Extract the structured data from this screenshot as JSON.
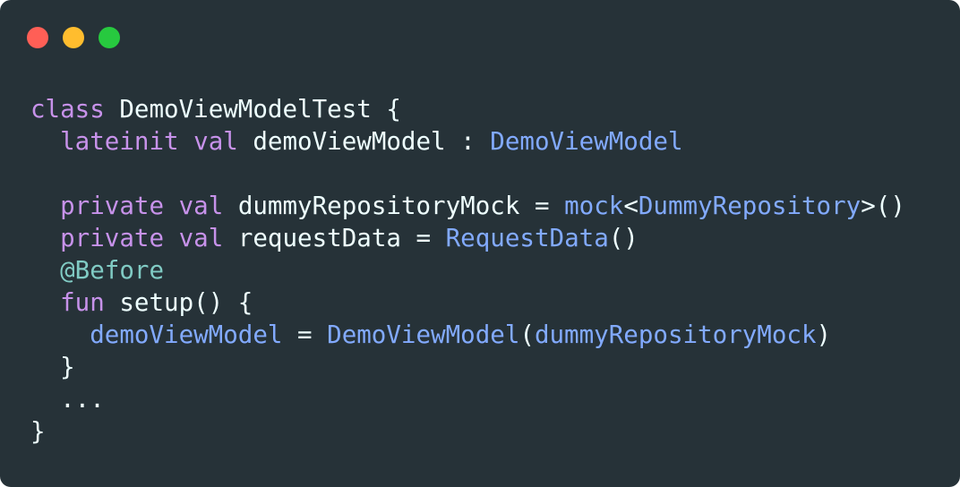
{
  "window": {
    "controls": [
      {
        "name": "close",
        "color": "#ff5f56"
      },
      {
        "name": "minimize",
        "color": "#ffbd2e"
      },
      {
        "name": "maximize",
        "color": "#27c93f"
      }
    ],
    "background": "#263238"
  },
  "colors": {
    "keyword": "#c792ea",
    "type": "#82aaff",
    "annotation": "#80cbc4",
    "plain": "#eeffff"
  },
  "code": {
    "lines": [
      [
        {
          "t": "keyword",
          "v": "class"
        },
        {
          "t": "plain",
          "v": " DemoViewModelTest {"
        }
      ],
      [
        {
          "t": "plain",
          "v": "  "
        },
        {
          "t": "keyword",
          "v": "lateinit"
        },
        {
          "t": "plain",
          "v": " "
        },
        {
          "t": "keyword",
          "v": "val"
        },
        {
          "t": "plain",
          "v": " demoViewModel : "
        },
        {
          "t": "type",
          "v": "DemoViewModel"
        }
      ],
      [],
      [
        {
          "t": "plain",
          "v": "  "
        },
        {
          "t": "keyword",
          "v": "private"
        },
        {
          "t": "plain",
          "v": " "
        },
        {
          "t": "keyword",
          "v": "val"
        },
        {
          "t": "plain",
          "v": " dummyRepositoryMock = "
        },
        {
          "t": "type",
          "v": "mock"
        },
        {
          "t": "plain",
          "v": "<"
        },
        {
          "t": "type",
          "v": "DummyRepository"
        },
        {
          "t": "plain",
          "v": ">()"
        }
      ],
      [
        {
          "t": "plain",
          "v": "  "
        },
        {
          "t": "keyword",
          "v": "private"
        },
        {
          "t": "plain",
          "v": " "
        },
        {
          "t": "keyword",
          "v": "val"
        },
        {
          "t": "plain",
          "v": " requestData = "
        },
        {
          "t": "type",
          "v": "RequestData"
        },
        {
          "t": "plain",
          "v": "()"
        }
      ],
      [
        {
          "t": "plain",
          "v": "  "
        },
        {
          "t": "annotation",
          "v": "@Before"
        }
      ],
      [
        {
          "t": "plain",
          "v": "  "
        },
        {
          "t": "keyword",
          "v": "fun"
        },
        {
          "t": "plain",
          "v": " setup() {"
        }
      ],
      [
        {
          "t": "plain",
          "v": "    "
        },
        {
          "t": "type",
          "v": "demoViewModel"
        },
        {
          "t": "plain",
          "v": " = "
        },
        {
          "t": "type",
          "v": "DemoViewModel"
        },
        {
          "t": "plain",
          "v": "("
        },
        {
          "t": "type",
          "v": "dummyRepositoryMock"
        },
        {
          "t": "plain",
          "v": ")"
        }
      ],
      [
        {
          "t": "plain",
          "v": "  }"
        }
      ],
      [
        {
          "t": "plain",
          "v": "  ..."
        }
      ],
      [
        {
          "t": "plain",
          "v": "}"
        }
      ]
    ]
  }
}
